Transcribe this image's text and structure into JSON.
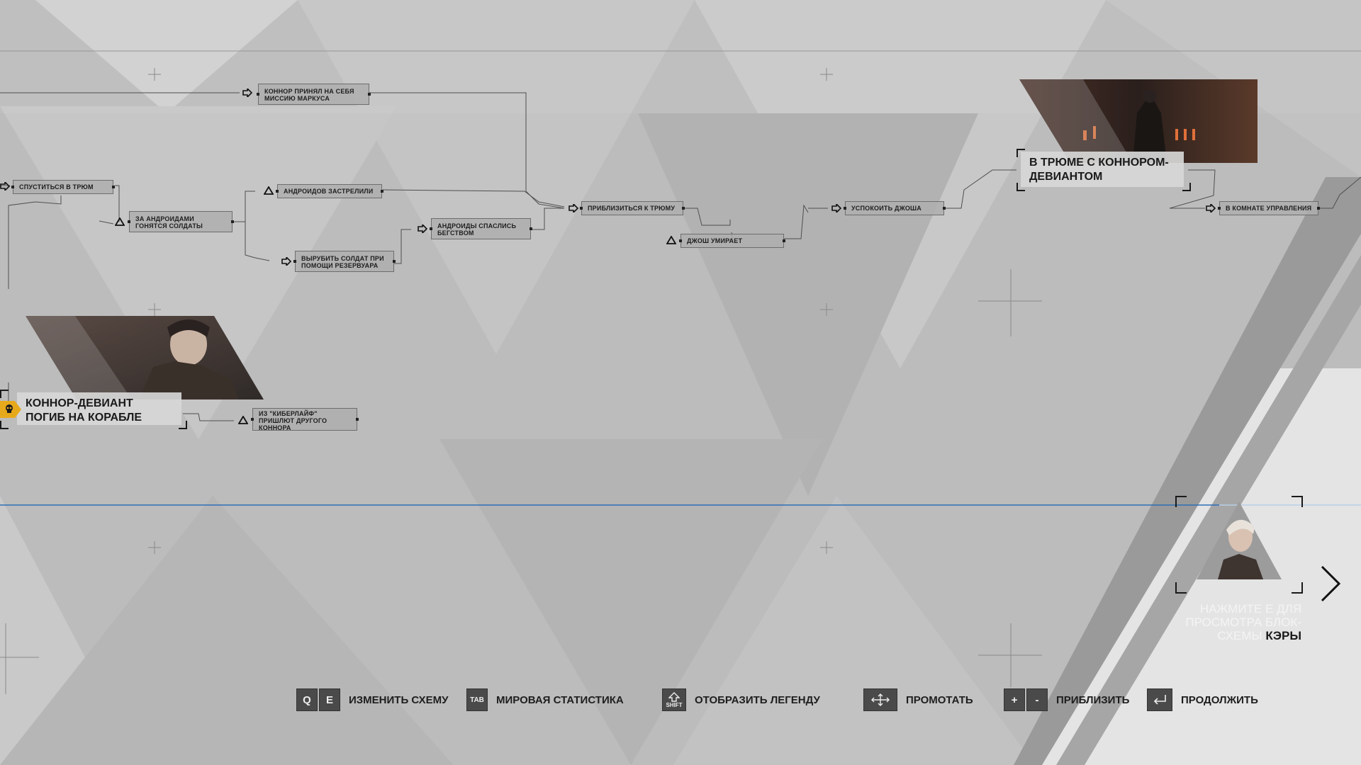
{
  "nodes": {
    "connor_mission": "Коннор принял на себя миссию Маркуса",
    "descend_hold": "Спуститься в трюм",
    "soldiers_chase": "За андроидами гонятся солдаты",
    "androids_shot": "Андроидов застрелили",
    "androids_escaped": "Андроиды спаслись бегством",
    "knock_soldiers": "Вырубить солдат при помощи резервуара",
    "approach_hold": "Приблизиться к трюму",
    "josh_dies": "Джош умирает",
    "calm_josh": "Успокоить Джоша",
    "control_room": "В комнате управления",
    "cyberlife_other": "Из \"Киберлайф\" пришлют другого Коннора"
  },
  "chapters": {
    "hold_deviant": "В трюме с Коннором-девиантом",
    "deviant_died": "Коннор-девиант погиб на корабле"
  },
  "hint": {
    "text": "Нажмите E для просмотра блок-схемы",
    "name": "Кэры"
  },
  "controls": [
    {
      "keys": [
        "Q",
        "E"
      ],
      "label": "Изменить схему"
    },
    {
      "keys": [
        "TAB"
      ],
      "label": "Мировая статистика"
    },
    {
      "keys": [
        "SHIFT"
      ],
      "label": "Отобразить легенду"
    },
    {
      "keys": [
        "move"
      ],
      "label": "Промотать"
    },
    {
      "keys": [
        "+",
        "-"
      ],
      "label": "Приблизить"
    },
    {
      "keys": [
        "enter"
      ],
      "label": "Продолжить"
    }
  ],
  "icons": {
    "deviant": "skull-icon",
    "next": "chevron-right-icon"
  },
  "colors": {
    "accent_yellow": "#e7a91c",
    "timeline_blue": "#2f6fb5"
  }
}
